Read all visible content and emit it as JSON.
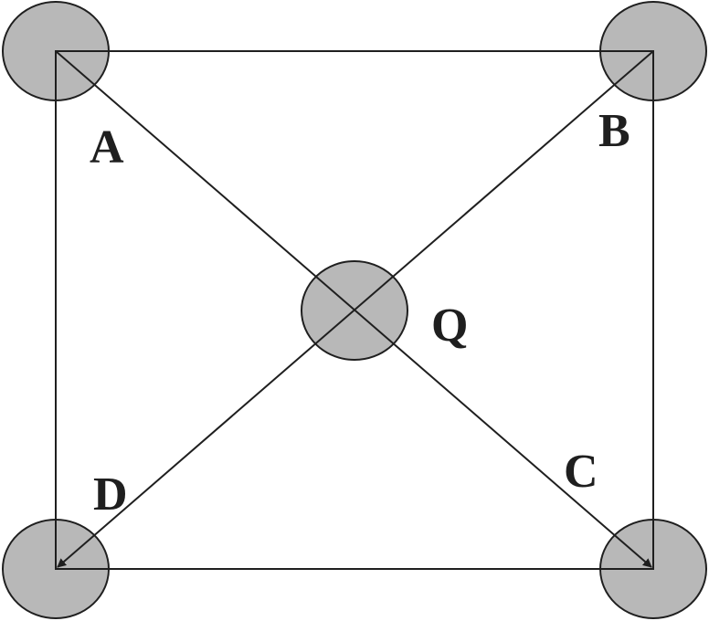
{
  "diagram": {
    "labels": {
      "a": "A",
      "b": "B",
      "c": "C",
      "d": "D",
      "q": "Q"
    },
    "colors": {
      "node_fill": "#b8b8b8",
      "stroke": "#1f1f1f",
      "background": "#ffffff"
    }
  }
}
